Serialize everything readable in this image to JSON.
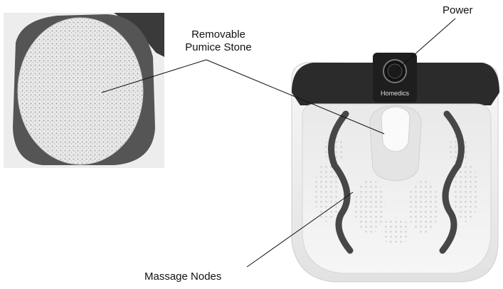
{
  "callouts": {
    "power": "Power",
    "pumice_line1": "Removable",
    "pumice_line2": "Pumice Stone",
    "massage": "Massage Nodes"
  },
  "product": {
    "brand": "Homedics"
  },
  "colors": {
    "basin_white": "#f2f2f2",
    "basin_shade": "#dcdcdc",
    "top_dark": "#2a2a2a",
    "node_gray": "#4a4a4a",
    "pumice": "#e6e6e6",
    "pumice_tray": "#5a5a5a",
    "leader_line": "#111111"
  },
  "icons": {
    "power_button": "power-button-icon"
  }
}
